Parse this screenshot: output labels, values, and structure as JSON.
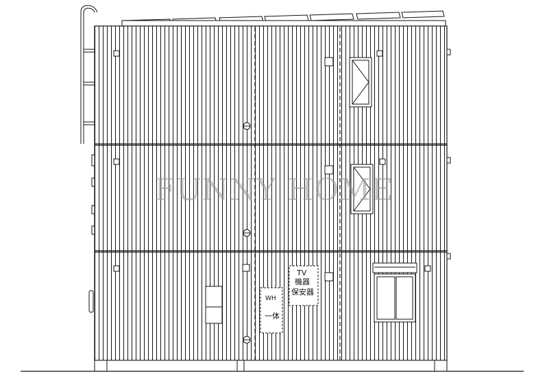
{
  "watermark": "FUNNY HOME",
  "labels": {
    "tv": "TV",
    "equipment": "機器",
    "protector": "保安器",
    "wh": "WH",
    "integrated": "一体"
  },
  "colors": {
    "line": "#111111",
    "watermark": "#969696",
    "background": "#ffffff"
  }
}
